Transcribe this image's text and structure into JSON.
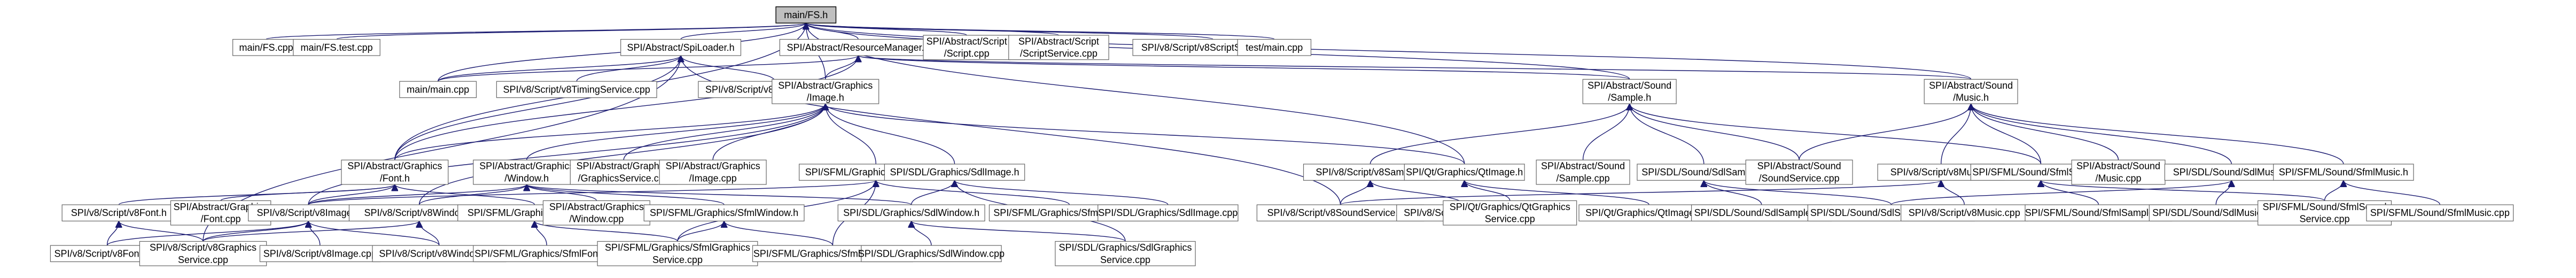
{
  "root": "main/FS.h",
  "nodes": [
    {
      "id": "fs_h",
      "lines": [
        "main/FS.h"
      ],
      "root": true
    },
    {
      "id": "fs_cpp",
      "lines": [
        "main/FS.cpp"
      ]
    },
    {
      "id": "fs_test",
      "lines": [
        "main/FS.test.cpp"
      ]
    },
    {
      "id": "sploader_h",
      "lines": [
        "SPI/Abstract/SpiLoader.h"
      ]
    },
    {
      "id": "resmgr_h",
      "lines": [
        "SPI/Abstract/ResourceManager.h"
      ]
    },
    {
      "id": "script_cpp",
      "lines": [
        "SPI/Abstract/Script",
        "/Script.cpp"
      ]
    },
    {
      "id": "scriptsvc_cpp",
      "lines": [
        "SPI/Abstract/Script",
        "/ScriptService.cpp"
      ]
    },
    {
      "id": "v8scriptsvc_cpp",
      "lines": [
        "SPI/v8/Script/v8ScriptService.cpp"
      ]
    },
    {
      "id": "testmain_cpp",
      "lines": [
        "test/main.cpp"
      ]
    },
    {
      "id": "main_cpp",
      "lines": [
        "main/main.cpp"
      ]
    },
    {
      "id": "v8timing_cpp",
      "lines": [
        "SPI/v8/Script/v8TimingService.cpp"
      ]
    },
    {
      "id": "v8core_cpp",
      "lines": [
        "SPI/v8/Script/v8CoreService.cpp"
      ]
    },
    {
      "id": "absimage_h",
      "lines": [
        "SPI/Abstract/Graphics",
        "/Image.h"
      ]
    },
    {
      "id": "abssample_h",
      "lines": [
        "SPI/Abstract/Sound",
        "/Sample.h"
      ]
    },
    {
      "id": "absmusic_h",
      "lines": [
        "SPI/Abstract/Sound",
        "/Music.h"
      ]
    },
    {
      "id": "absfont_h",
      "lines": [
        "SPI/Abstract/Graphics",
        "/Font.h"
      ]
    },
    {
      "id": "abswindow_h",
      "lines": [
        "SPI/Abstract/Graphics",
        "/Window.h"
      ]
    },
    {
      "id": "absgfxsvc_cpp",
      "lines": [
        "SPI/Abstract/Graphics",
        "/GraphicsService.cpp"
      ]
    },
    {
      "id": "absimage_cpp",
      "lines": [
        "SPI/Abstract/Graphics",
        "/Image.cpp"
      ]
    },
    {
      "id": "sfmlimage_h",
      "lines": [
        "SPI/SFML/Graphics/SfmlImage.h"
      ]
    },
    {
      "id": "sdlimage_h",
      "lines": [
        "SPI/SDL/Graphics/SdlImage.h"
      ]
    },
    {
      "id": "v8sample_h",
      "lines": [
        "SPI/v8/Script/v8Sample.h"
      ]
    },
    {
      "id": "qtimage_h",
      "lines": [
        "SPI/Qt/Graphics/QtImage.h"
      ]
    },
    {
      "id": "abssample_cpp",
      "lines": [
        "SPI/Abstract/Sound",
        "/Sample.cpp"
      ]
    },
    {
      "id": "sdlsample_h",
      "lines": [
        "SPI/SDL/Sound/SdlSample.h"
      ]
    },
    {
      "id": "abssoundsvc_cpp",
      "lines": [
        "SPI/Abstract/Sound",
        "/SoundService.cpp"
      ]
    },
    {
      "id": "v8music_h",
      "lines": [
        "SPI/v8/Script/v8Music.h"
      ]
    },
    {
      "id": "sfmlsample_h",
      "lines": [
        "SPI/SFML/Sound/SfmlSample.h"
      ]
    },
    {
      "id": "absmusic_cpp",
      "lines": [
        "SPI/Abstract/Sound",
        "/Music.cpp"
      ]
    },
    {
      "id": "sdlmusic_h",
      "lines": [
        "SPI/SDL/Sound/SdlMusic.h"
      ]
    },
    {
      "id": "sfmlmusic_h",
      "lines": [
        "SPI/SFML/Sound/SfmlMusic.h"
      ]
    },
    {
      "id": "v8font_h",
      "lines": [
        "SPI/v8/Script/v8Font.h"
      ]
    },
    {
      "id": "absgfxfont_cpp",
      "lines": [
        "SPI/Abstract/Graphics",
        "/Font.cpp"
      ]
    },
    {
      "id": "v8image_h",
      "lines": [
        "SPI/v8/Script/v8Image.h"
      ]
    },
    {
      "id": "v8window_h",
      "lines": [
        "SPI/v8/Script/v8Window.h"
      ]
    },
    {
      "id": "sfmlfont_h",
      "lines": [
        "SPI/SFML/Graphics/SfmlFont.h"
      ]
    },
    {
      "id": "abswindow_cpp",
      "lines": [
        "SPI/Abstract/Graphics",
        "/Window.cpp"
      ]
    },
    {
      "id": "sfmlwindow_h",
      "lines": [
        "SPI/SFML/Graphics/SfmlWindow.h"
      ]
    },
    {
      "id": "sdlwindow_h",
      "lines": [
        "SPI/SDL/Graphics/SdlWindow.h"
      ]
    },
    {
      "id": "sfmlimage_cpp",
      "lines": [
        "SPI/SFML/Graphics/SfmlImage.cpp"
      ]
    },
    {
      "id": "sdlimage_cpp",
      "lines": [
        "SPI/SDL/Graphics/SdlImage.cpp"
      ]
    },
    {
      "id": "v8soundsvc_cpp",
      "lines": [
        "SPI/v8/Script/v8SoundService.cpp"
      ]
    },
    {
      "id": "v8sample_cpp",
      "lines": [
        "SPI/v8/Script/v8Sample.cpp"
      ]
    },
    {
      "id": "qtgfxsvc_cpp",
      "lines": [
        "SPI/Qt/Graphics/QtGraphics",
        "Service.cpp"
      ]
    },
    {
      "id": "qtimage_cpp",
      "lines": [
        "SPI/Qt/Graphics/QtImage.cpp"
      ]
    },
    {
      "id": "sdlsample_cpp",
      "lines": [
        "SPI/SDL/Sound/SdlSample.cpp"
      ]
    },
    {
      "id": "sdlsoundsvc_cpp",
      "lines": [
        "SPI/SDL/Sound/SdlSoundService.cpp"
      ]
    },
    {
      "id": "v8music_cpp",
      "lines": [
        "SPI/v8/Script/v8Music.cpp"
      ]
    },
    {
      "id": "sfmlsample_cpp",
      "lines": [
        "SPI/SFML/Sound/SfmlSample.cpp"
      ]
    },
    {
      "id": "sdlmusic_cpp",
      "lines": [
        "SPI/SDL/Sound/SdlMusic.cpp"
      ]
    },
    {
      "id": "sfmlsoundsvc_cpp",
      "lines": [
        "SPI/SFML/Sound/SfmlSound",
        "Service.cpp"
      ]
    },
    {
      "id": "sfmlmusic_cpp",
      "lines": [
        "SPI/SFML/Sound/SfmlMusic.cpp"
      ]
    },
    {
      "id": "v8font_cpp",
      "lines": [
        "SPI/v8/Script/v8Font.cpp"
      ]
    },
    {
      "id": "v8gfxsvc_cpp",
      "lines": [
        "SPI/v8/Script/v8Graphics",
        "Service.cpp"
      ]
    },
    {
      "id": "v8image_cpp",
      "lines": [
        "SPI/v8/Script/v8Image.cpp"
      ]
    },
    {
      "id": "v8window_cpp",
      "lines": [
        "SPI/v8/Script/v8Window.cpp"
      ]
    },
    {
      "id": "sfmlfont_cpp",
      "lines": [
        "SPI/SFML/Graphics/SfmlFont.cpp"
      ]
    },
    {
      "id": "sfmlgfxsvc_cpp",
      "lines": [
        "SPI/SFML/Graphics/SfmlGraphics",
        "Service.cpp"
      ]
    },
    {
      "id": "sfmlwindow_cpp",
      "lines": [
        "SPI/SFML/Graphics/SfmlWindow.cpp"
      ]
    },
    {
      "id": "sdlwindow_cpp",
      "lines": [
        "SPI/SDL/Graphics/SdlWindow.cpp"
      ]
    },
    {
      "id": "sdlgfxsvc_cpp",
      "lines": [
        "SPI/SDL/Graphics/SdlGraphics",
        "Service.cpp"
      ]
    }
  ],
  "edges": [
    [
      "fs_h",
      "fs_cpp"
    ],
    [
      "fs_h",
      "fs_test"
    ],
    [
      "fs_h",
      "sploader_h"
    ],
    [
      "fs_h",
      "resmgr_h"
    ],
    [
      "fs_h",
      "script_cpp"
    ],
    [
      "fs_h",
      "scriptsvc_cpp"
    ],
    [
      "fs_h",
      "v8scriptsvc_cpp"
    ],
    [
      "fs_h",
      "testmain_cpp"
    ],
    [
      "fs_h",
      "main_cpp"
    ],
    [
      "fs_h",
      "absimage_h"
    ],
    [
      "fs_h",
      "absfont_h"
    ],
    [
      "fs_h",
      "abssample_h"
    ],
    [
      "fs_h",
      "absmusic_h"
    ],
    [
      "fs_h",
      "qtimage_h"
    ],
    [
      "sploader_h",
      "main_cpp"
    ],
    [
      "sploader_h",
      "v8timing_cpp"
    ],
    [
      "sploader_h",
      "v8core_cpp"
    ],
    [
      "sploader_h",
      "v8soundsvc_cpp"
    ],
    [
      "sploader_h",
      "absfont_h"
    ],
    [
      "sploader_h",
      "v8gfxsvc_cpp"
    ],
    [
      "resmgr_h",
      "main_cpp"
    ],
    [
      "resmgr_h",
      "absimage_h"
    ],
    [
      "resmgr_h",
      "abssample_h"
    ],
    [
      "resmgr_h",
      "absmusic_h"
    ],
    [
      "resmgr_h",
      "absfont_h"
    ],
    [
      "absimage_h",
      "abswindow_h"
    ],
    [
      "absimage_h",
      "absgfxsvc_cpp"
    ],
    [
      "absimage_h",
      "absimage_cpp"
    ],
    [
      "absimage_h",
      "sfmlimage_h"
    ],
    [
      "absimage_h",
      "sdlimage_h"
    ],
    [
      "absimage_h",
      "qtimage_h"
    ],
    [
      "absimage_h",
      "v8image_h"
    ],
    [
      "absimage_h",
      "absfont_h"
    ],
    [
      "absimage_h",
      "v8window_h"
    ],
    [
      "abssample_h",
      "v8sample_h"
    ],
    [
      "abssample_h",
      "abssample_cpp"
    ],
    [
      "abssample_h",
      "sdlsample_h"
    ],
    [
      "abssample_h",
      "abssoundsvc_cpp"
    ],
    [
      "abssample_h",
      "sfmlsample_h"
    ],
    [
      "absmusic_h",
      "v8music_h"
    ],
    [
      "absmusic_h",
      "absmusic_cpp"
    ],
    [
      "absmusic_h",
      "sdlmusic_h"
    ],
    [
      "absmusic_h",
      "sfmlmusic_h"
    ],
    [
      "absmusic_h",
      "sfmlsample_h"
    ],
    [
      "absmusic_h",
      "abssoundsvc_cpp"
    ],
    [
      "absfont_h",
      "v8font_h"
    ],
    [
      "absfont_h",
      "absgfxfont_cpp"
    ],
    [
      "absfont_h",
      "sfmlfont_h"
    ],
    [
      "absfont_h",
      "v8image_h"
    ],
    [
      "abswindow_h",
      "v8window_h"
    ],
    [
      "abswindow_h",
      "abswindow_cpp"
    ],
    [
      "abswindow_h",
      "sfmlwindow_h"
    ],
    [
      "abswindow_h",
      "sdlwindow_h"
    ],
    [
      "abswindow_h",
      "v8image_h"
    ],
    [
      "sfmlimage_h",
      "sfmlimage_cpp"
    ],
    [
      "sfmlimage_h",
      "sfmlgfxsvc_cpp"
    ],
    [
      "sfmlimage_h",
      "sfmlwindow_cpp"
    ],
    [
      "sfmlimage_h",
      "v8image_h"
    ],
    [
      "sdlimage_h",
      "sdlimage_cpp"
    ],
    [
      "sdlimage_h",
      "sdlwindow_h"
    ],
    [
      "sdlimage_h",
      "sdlgfxsvc_cpp"
    ],
    [
      "v8sample_h",
      "v8soundsvc_cpp"
    ],
    [
      "v8sample_h",
      "v8sample_cpp"
    ],
    [
      "qtimage_h",
      "qtgfxsvc_cpp"
    ],
    [
      "qtimage_h",
      "qtimage_cpp"
    ],
    [
      "sdlsample_h",
      "sdlsample_cpp"
    ],
    [
      "sdlsample_h",
      "sdlsoundsvc_cpp"
    ],
    [
      "v8music_h",
      "v8music_cpp"
    ],
    [
      "v8music_h",
      "v8soundsvc_cpp"
    ],
    [
      "sfmlsample_h",
      "sfmlsample_cpp"
    ],
    [
      "sfmlsample_h",
      "sfmlsoundsvc_cpp"
    ],
    [
      "sdlmusic_h",
      "sdlmusic_cpp"
    ],
    [
      "sdlmusic_h",
      "sdlsoundsvc_cpp"
    ],
    [
      "sfmlmusic_h",
      "sfmlmusic_cpp"
    ],
    [
      "sfmlmusic_h",
      "sfmlsoundsvc_cpp"
    ],
    [
      "v8font_h",
      "v8font_cpp"
    ],
    [
      "v8font_h",
      "v8gfxsvc_cpp"
    ],
    [
      "v8image_h",
      "v8gfxsvc_cpp"
    ],
    [
      "v8image_h",
      "v8image_cpp"
    ],
    [
      "v8image_h",
      "v8window_cpp"
    ],
    [
      "v8image_h",
      "v8font_cpp"
    ],
    [
      "v8window_h",
      "v8gfxsvc_cpp"
    ],
    [
      "v8window_h",
      "v8window_cpp"
    ],
    [
      "sfmlfont_h",
      "sfmlfont_cpp"
    ],
    [
      "sfmlfont_h",
      "sfmlgfxsvc_cpp"
    ],
    [
      "sfmlwindow_h",
      "sfmlgfxsvc_cpp"
    ],
    [
      "sfmlwindow_h",
      "sfmlwindow_cpp"
    ],
    [
      "sdlwindow_h",
      "sdlwindow_cpp"
    ],
    [
      "sdlwindow_h",
      "sdlgfxsvc_cpp"
    ]
  ],
  "colors": {
    "edge": "#191970",
    "node_border": "#666666",
    "root_fill": "#bfbfbf",
    "node_fill": "#ffffff"
  }
}
